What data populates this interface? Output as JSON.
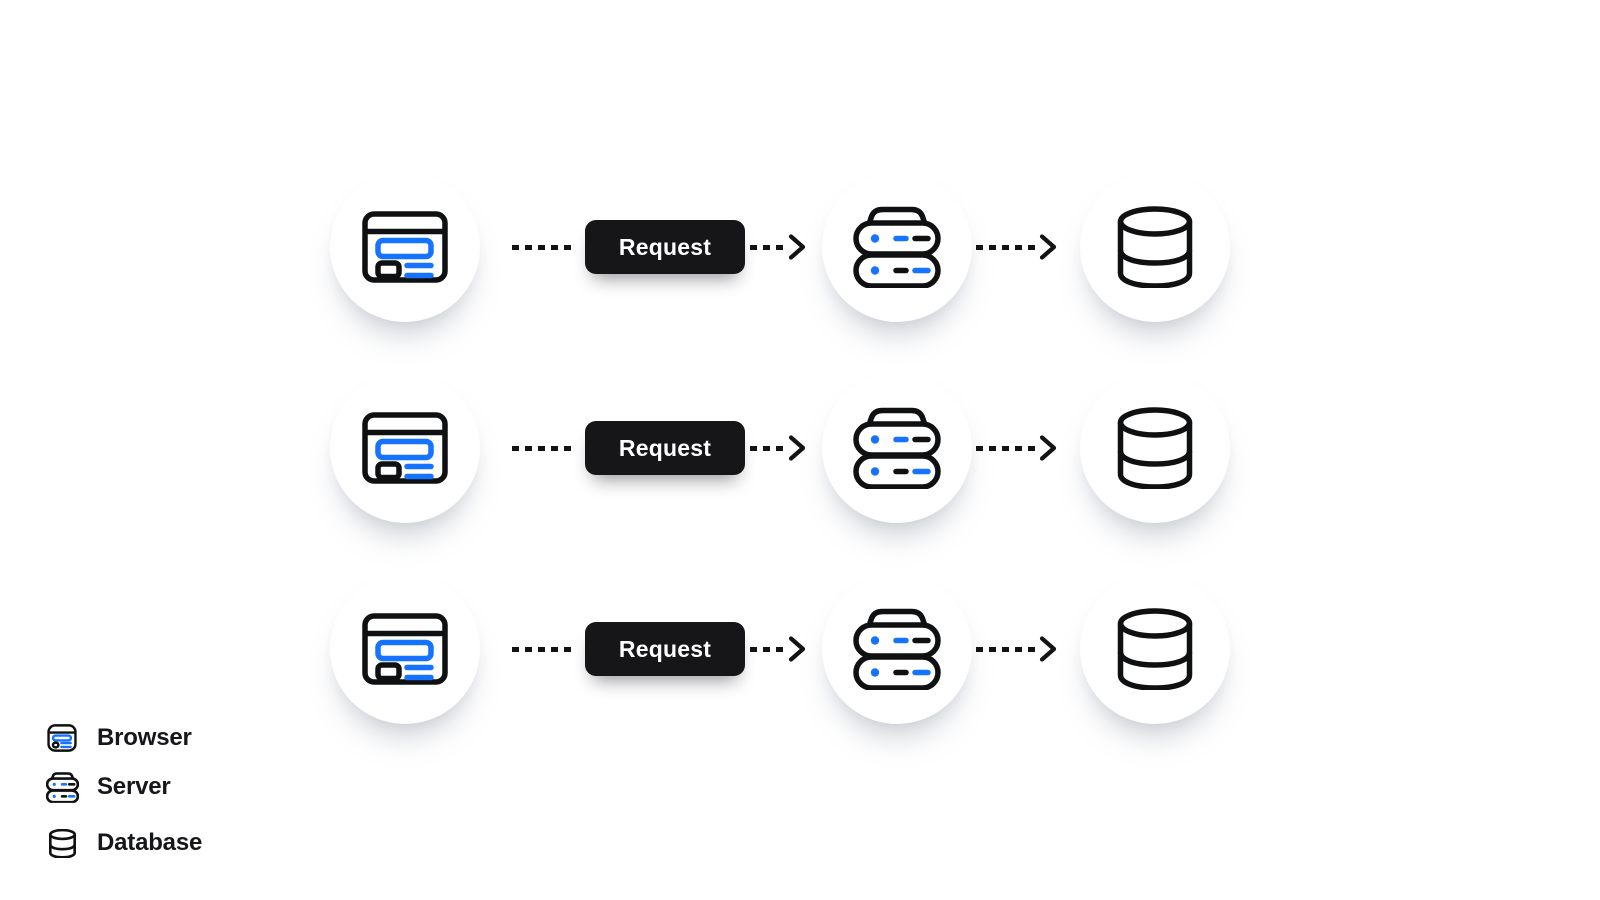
{
  "canvas": {
    "background": "#ffffff"
  },
  "colors": {
    "accent_blue": "#1673ff",
    "icon_stroke": "#0f1012",
    "connector": "#131316",
    "request_button_bg": "#161619",
    "request_button_text": "#ffffff",
    "legend_label_text": "#15171a"
  },
  "rows": [
    {
      "source": "browser",
      "button_label": "Request",
      "middle": "server",
      "target": "database"
    },
    {
      "source": "browser",
      "button_label": "Request",
      "middle": "server",
      "target": "database"
    },
    {
      "source": "browser",
      "button_label": "Request",
      "middle": "server",
      "target": "database"
    }
  ],
  "legend": {
    "items": [
      {
        "icon": "browser-icon",
        "label": "Browser"
      },
      {
        "icon": "server-icon",
        "label": "Server"
      },
      {
        "icon": "database-icon",
        "label": "Database"
      }
    ]
  }
}
